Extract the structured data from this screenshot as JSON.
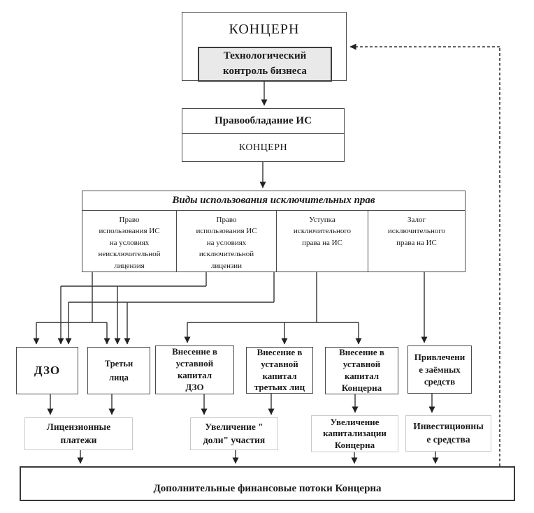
{
  "flowchart": {
    "koncern": {
      "title": "КОНЦЕРН",
      "control": "Технологический\nконтроль бизнеса"
    },
    "ownership": {
      "title": "Правообладание ИС",
      "owner": "КОНЦЕРН"
    },
    "usage": {
      "header": "Виды использования исключительных прав",
      "columns": [
        {
          "label": "Право\nиспользования ИС\nна условиях\nнеисключительной\nлицензия"
        },
        {
          "label": "Право\nиспользования ИС\nна условиях\nисключительной\nлицензии"
        },
        {
          "label": "Уступка\nисключительного\nправа на ИС"
        },
        {
          "label": "Залог\nисключительного\nправа на ИС"
        }
      ]
    },
    "entities": [
      {
        "label": "ДЗО"
      },
      {
        "label": "Третьи\nлица"
      },
      {
        "label": "Внесение в\nуставной\nкапитал\nДЗО"
      },
      {
        "label": "Внесение в\nуставной\nкапитал\nтретьих лиц"
      },
      {
        "label": "Внесение в\nуставной\nкапитал\nКонцерна"
      },
      {
        "label": "Привлечени\nе заёмных\nсредств"
      }
    ],
    "outcomes": [
      {
        "label": "Лицензионные\nплатежи"
      },
      {
        "label": "Увеличение \"\nдоли\" участия"
      },
      {
        "label": "Увеличение\nкапитализации\nКонцерна"
      },
      {
        "label": "Инвестиционны\nе средства"
      }
    ],
    "result": {
      "label": "Дополнительные финансовые потоки Концерна"
    }
  },
  "colors": {
    "line": "#333333",
    "box_border": "#4a4a4a",
    "light_border": "#c9c9c9",
    "control_fill": "#e9e9e9"
  }
}
